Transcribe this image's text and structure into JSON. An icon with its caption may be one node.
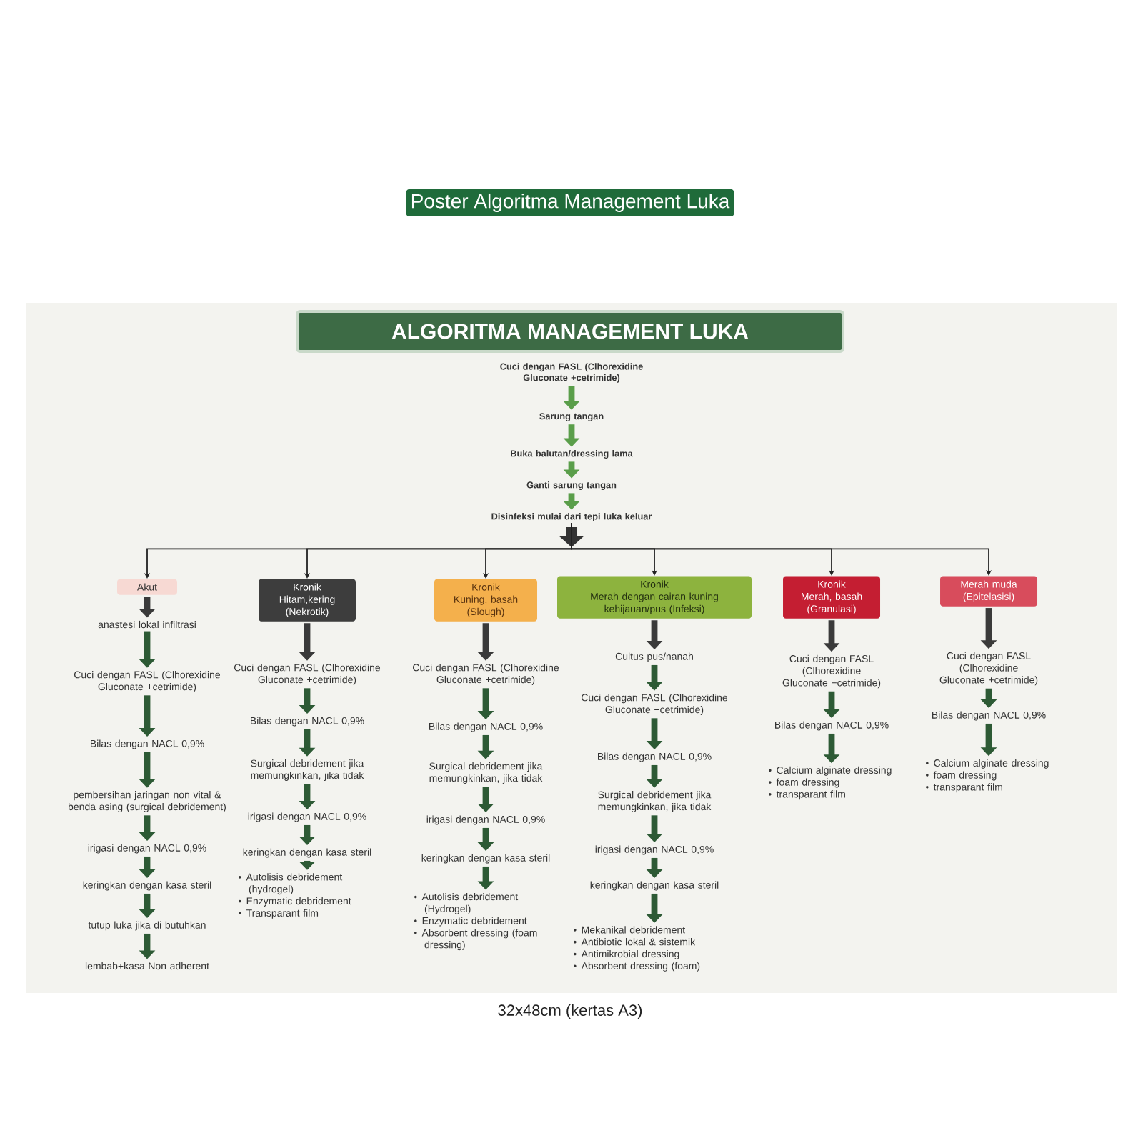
{
  "diagram": {
    "title": "Poster Algoritma Management Luka",
    "caption": "32x48cm (kertas A3)",
    "nodes": [
      {
        "text": [
          "ALGORITMA MANAGEMENT LUKA"
        ]
      },
      {
        "text": [
          "Cuci dengan FASL (Clhorexidine Gluconate +cetrimide)"
        ]
      },
      {
        "text": [
          "Sarung tangan"
        ]
      },
      {
        "text": [
          "Buka balutan/dressing lama"
        ]
      },
      {
        "text": [
          "Ganti sarung tangan"
        ]
      },
      {
        "text": [
          "Disinfeksi mulai dari tepi luka keluar"
        ]
      },
      {
        "text": [
          "Akut"
        ]
      },
      {
        "text": [
          "Kronik",
          "Hitam,kering (Nekrotik)"
        ]
      },
      {
        "text": [
          "Kronik",
          "Kuning, basah (Slough)"
        ]
      },
      {
        "text": [
          "Kronik",
          "Merah dengan cairan kuning kehijauan/pus (Infeksi)"
        ]
      },
      {
        "text": [
          "Kronik",
          "Merah, basah (Granulasi)"
        ]
      },
      {
        "text": [
          "Merah muda (Epitelasisi)"
        ]
      },
      {
        "text": [
          "anastesi lokal infiltrasi"
        ]
      },
      {
        "text": [
          "Cuci dengan FASL (Clhorexidine Gluconate +cetrimide)"
        ]
      },
      {
        "text": [
          "Bilas dengan NACL 0,9%"
        ]
      },
      {
        "text": [
          "pembersihan jaringan non vital & benda asing (surgical debridement)"
        ]
      },
      {
        "text": [
          "irigasi dengan NACL 0,9%"
        ]
      },
      {
        "text": [
          "keringkan dengan kasa steril"
        ]
      },
      {
        "text": [
          "tutup luka jika di butuhkan"
        ]
      },
      {
        "text": [
          "lembab+kasa Non adherent"
        ]
      },
      {
        "text": [
          "Cuci dengan FASL (Clhorexidine Gluconate +cetrimide)"
        ]
      },
      {
        "text": [
          "Bilas dengan NACL 0,9%"
        ]
      },
      {
        "text": [
          "Surgical debridement jika memungkinkan, jika tidak"
        ]
      },
      {
        "text": [
          "irigasi dengan NACL 0,9%"
        ]
      },
      {
        "text": [
          "keringkan dengan kasa steril"
        ]
      },
      {
        "text": [
          "Autolisis debridement (hydrogel)",
          "Enzymatic debridement",
          "Transparant film"
        ]
      },
      {
        "text": [
          "Cuci dengan FASL (Clhorexidine Gluconate +cetrimide)"
        ]
      },
      {
        "text": [
          "Bilas dengan NACL 0,9%"
        ]
      },
      {
        "text": [
          "Surgical debridement jika memungkinkan, jika tidak"
        ]
      },
      {
        "text": [
          "irigasi dengan NACL 0,9%"
        ]
      },
      {
        "text": [
          "keringkan dengan kasa steril"
        ]
      },
      {
        "text": [
          "Autolisis debridement (Hydrogel)",
          "Enzymatic debridement",
          "Absorbent dressing (foam dressing)"
        ]
      },
      {
        "text": [
          "Cultus pus/nanah"
        ]
      },
      {
        "text": [
          "Cuci dengan FASL (Clhorexidine Gluconate +cetrimide)"
        ]
      },
      {
        "text": [
          "Bilas dengan NACL 0,9%"
        ]
      },
      {
        "text": [
          "Surgical debridement jika memungkinkan, jika tidak"
        ]
      },
      {
        "text": [
          "irigasi dengan NACL 0,9%"
        ]
      },
      {
        "text": [
          "keringkan dengan kasa steril"
        ]
      },
      {
        "text": [
          "Mekanikal debridement",
          "Antibiotic lokal & sistemik",
          "Antimikrobial dressing",
          "Absorbent dressing (foam)"
        ]
      },
      {
        "text": [
          "Cuci dengan FASL (Clhorexidine Gluconate +cetrimide)"
        ]
      },
      {
        "text": [
          "Bilas dengan NACL 0,9%"
        ]
      },
      {
        "text": [
          "Calcium alginate dressing",
          "foam dressing",
          "transparant film"
        ]
      },
      {
        "text": [
          "Cuci dengan FASL (Clhorexidine Gluconate +cetrimide)"
        ]
      },
      {
        "text": [
          "Bilas dengan NACL 0,9%"
        ]
      },
      {
        "text": [
          "Calcium alginate dressing",
          "foam dressing",
          "transparant film"
        ]
      }
    ],
    "edges": [
      {
        "from": 1,
        "to": 2,
        "arrow": "to",
        "color": "#5a9e4a"
      },
      {
        "from": 2,
        "to": 3,
        "arrow": "to",
        "color": "#5a9e4a"
      },
      {
        "from": 3,
        "to": 4,
        "arrow": "to",
        "color": "#5a9e4a"
      },
      {
        "from": 4,
        "to": 5,
        "arrow": "to",
        "color": "#5a9e4a"
      },
      {
        "from": 5,
        "to": 6,
        "arrow": "to",
        "color": "#222222"
      },
      {
        "from": 5,
        "to": 7,
        "arrow": "to",
        "color": "#222222"
      },
      {
        "from": 5,
        "to": 8,
        "arrow": "to",
        "color": "#222222"
      },
      {
        "from": 5,
        "to": 9,
        "arrow": "to",
        "color": "#222222"
      },
      {
        "from": 5,
        "to": 10,
        "arrow": "to",
        "color": "#222222"
      },
      {
        "from": 5,
        "to": 11,
        "arrow": "to",
        "color": "#222222"
      },
      {
        "from": 6,
        "to": 12,
        "arrow": "to",
        "color": "#3a3a3a"
      },
      {
        "from": 12,
        "to": 13,
        "arrow": "to"
      },
      {
        "from": 13,
        "to": 14,
        "arrow": "to"
      },
      {
        "from": 14,
        "to": 15,
        "arrow": "to"
      },
      {
        "from": 15,
        "to": 16,
        "arrow": "to"
      },
      {
        "from": 16,
        "to": 17,
        "arrow": "to"
      },
      {
        "from": 17,
        "to": 18,
        "arrow": "to"
      },
      {
        "from": 18,
        "to": 19,
        "arrow": "to"
      },
      {
        "from": 7,
        "to": 20,
        "arrow": "to",
        "color": "#3a3a3a"
      },
      {
        "from": 20,
        "to": 21,
        "arrow": "to"
      },
      {
        "from": 21,
        "to": 22,
        "arrow": "to"
      },
      {
        "from": 22,
        "to": 23,
        "arrow": "to"
      },
      {
        "from": 23,
        "to": 24,
        "arrow": "to"
      },
      {
        "from": 24,
        "to": 25,
        "arrow": "to"
      },
      {
        "from": 8,
        "to": 26,
        "arrow": "to",
        "color": "#3a3a3a"
      },
      {
        "from": 26,
        "to": 27,
        "arrow": "to"
      },
      {
        "from": 27,
        "to": 28,
        "arrow": "to"
      },
      {
        "from": 28,
        "to": 29,
        "arrow": "to"
      },
      {
        "from": 29,
        "to": 30,
        "arrow": "to"
      },
      {
        "from": 30,
        "to": 31,
        "arrow": "to"
      },
      {
        "from": 9,
        "to": 32,
        "arrow": "to",
        "color": "#3a3a3a"
      },
      {
        "from": 32,
        "to": 33,
        "arrow": "to"
      },
      {
        "from": 33,
        "to": 34,
        "arrow": "to"
      },
      {
        "from": 34,
        "to": 35,
        "arrow": "to"
      },
      {
        "from": 35,
        "to": 36,
        "arrow": "to"
      },
      {
        "from": 36,
        "to": 37,
        "arrow": "to"
      },
      {
        "from": 37,
        "to": 38,
        "arrow": "to"
      },
      {
        "from": 10,
        "to": 39,
        "arrow": "to",
        "color": "#3a3a3a"
      },
      {
        "from": 39,
        "to": 40,
        "arrow": "to"
      },
      {
        "from": 40,
        "to": 41,
        "arrow": "to"
      },
      {
        "from": 11,
        "to": 42,
        "arrow": "to",
        "color": "#3a3a3a"
      },
      {
        "from": 42,
        "to": 43,
        "arrow": "to"
      },
      {
        "from": 43,
        "to": 44,
        "arrow": "to"
      }
    ]
  }
}
